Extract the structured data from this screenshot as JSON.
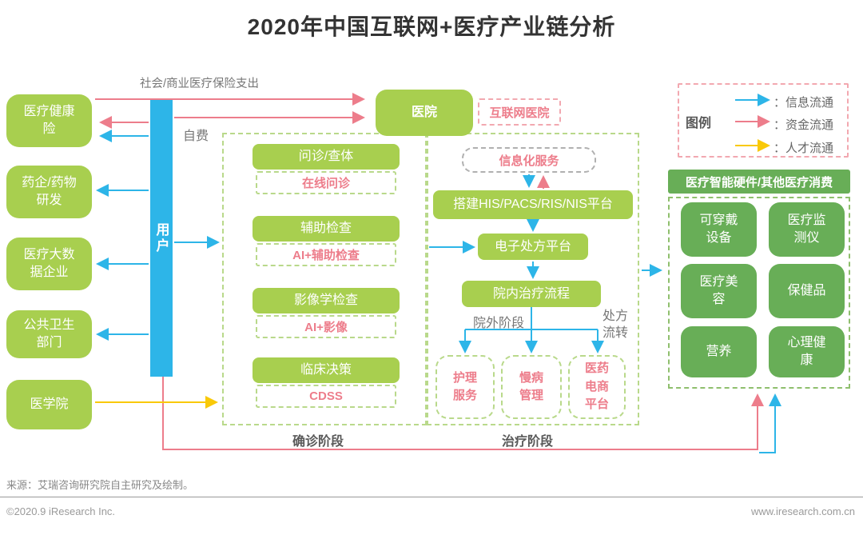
{
  "title": "2020年中国互联网+医疗产业链分析",
  "colors": {
    "green_light": "#a8cf4f",
    "green_dark": "#68ae57",
    "blue": "#2db5e8",
    "pink": "#ed7d8b",
    "yellow": "#f9c908"
  },
  "labels": {
    "insurance_spend": "社会/商业医疗保险支出",
    "self_pay": "自费"
  },
  "left_column": {
    "user_bar": "用户",
    "boxes": [
      "医疗健康险",
      "药企/药物研发",
      "医疗大数据企业",
      "公共卫生部门",
      "医学院"
    ]
  },
  "hospital": {
    "name": "医院",
    "internet": "互联网医院"
  },
  "diagnosis": {
    "section_label": "确诊阶段",
    "steps": [
      {
        "offline": "问诊/查体",
        "online": "在线问诊"
      },
      {
        "offline": "辅助检查",
        "online": "AI+辅助检查"
      },
      {
        "offline": "影像学检查",
        "online": "AI+影像"
      },
      {
        "offline": "临床决策",
        "online": "CDSS"
      }
    ]
  },
  "treatment": {
    "section_label": "治疗阶段",
    "info_service": "信息化服务",
    "platform": "搭建HIS/PACS/RIS/NIS平台",
    "eprescription": "电子处方平台",
    "in_hospital_flow": "院内治疗流程",
    "out_hospital": "院外阶段",
    "prescription_transfer": "处方流转",
    "end_nodes": [
      "护理服务",
      "慢病管理",
      "医药电商平台"
    ]
  },
  "legend": {
    "title": "图例",
    "items": [
      {
        "label": "：信息流通",
        "color": "#2db5e8"
      },
      {
        "label": "：资金流通",
        "color": "#ed7d8b"
      },
      {
        "label": "：人才流通",
        "color": "#f9c908"
      }
    ]
  },
  "hardware_panel": {
    "header": "医疗智能硬件/其他医疗消费",
    "items": [
      "可穿戴设备",
      "医疗监测仪",
      "医疗美容",
      "保健品",
      "营养",
      "心理健康"
    ]
  },
  "footer": {
    "source": "来源：艾瑞咨询研究院自主研究及绘制。",
    "copyright": "©2020.9 iResearch Inc.",
    "website": "www.iresearch.com.cn"
  }
}
